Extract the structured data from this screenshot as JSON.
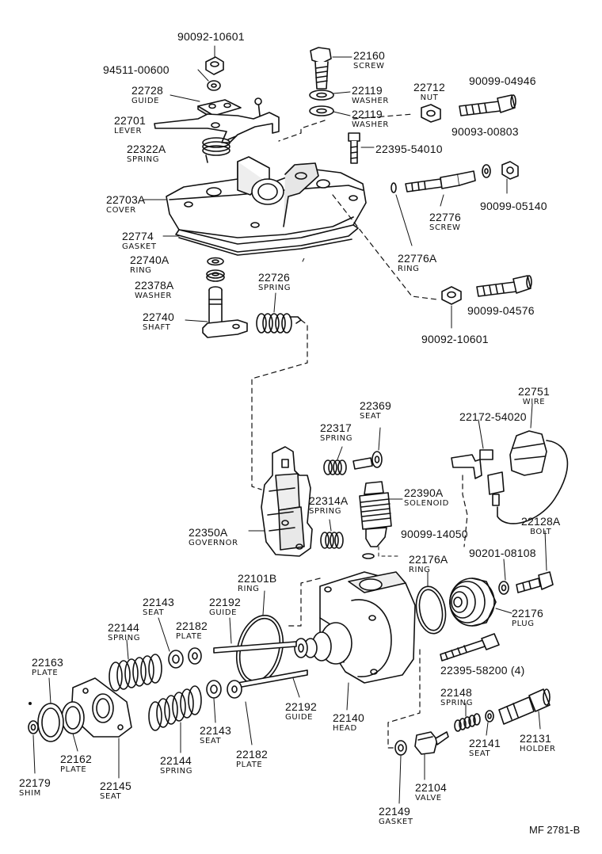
{
  "figure_code": "MF 2781-B",
  "parts": {
    "p90092_top": {
      "number": "90092-10601",
      "name": ""
    },
    "p94511": {
      "number": "94511-00600",
      "name": ""
    },
    "p22160": {
      "number": "22160",
      "name": "SCREW"
    },
    "p22728": {
      "number": "22728",
      "name": "GUIDE"
    },
    "p22119a": {
      "number": "22119",
      "name": "WASHER"
    },
    "p22712": {
      "number": "22712",
      "name": "NUT"
    },
    "p90099_04946": {
      "number": "90099-04946",
      "name": ""
    },
    "p22701": {
      "number": "22701",
      "name": "LEVER"
    },
    "p22119b": {
      "number": "22119",
      "name": "WASHER"
    },
    "p90093": {
      "number": "90093-00803",
      "name": ""
    },
    "p22322A": {
      "number": "22322A",
      "name": "SPRING"
    },
    "p22395_54010": {
      "number": "22395-54010",
      "name": ""
    },
    "p22703A": {
      "number": "22703A",
      "name": "COVER"
    },
    "p22776": {
      "number": "22776",
      "name": "SCREW"
    },
    "p90099_05140": {
      "number": "90099-05140",
      "name": ""
    },
    "p22774": {
      "number": "22774",
      "name": "GASKET"
    },
    "p22740A": {
      "number": "22740A",
      "name": "RING"
    },
    "p22776A": {
      "number": "22776A",
      "name": "RING"
    },
    "p22378A": {
      "number": "22378A",
      "name": "WASHER"
    },
    "p22726": {
      "number": "22726",
      "name": "SPRING"
    },
    "p22740": {
      "number": "22740",
      "name": "SHAFT"
    },
    "p90099_04576": {
      "number": "90099-04576",
      "name": ""
    },
    "p90092_bottom": {
      "number": "90092-10601",
      "name": ""
    },
    "p22369": {
      "number": "22369",
      "name": "SEAT"
    },
    "p22751": {
      "number": "22751",
      "name": "WIRE"
    },
    "p22317": {
      "number": "22317",
      "name": "SPRING"
    },
    "p22172": {
      "number": "22172-54020",
      "name": ""
    },
    "p22390A": {
      "number": "22390A",
      "name": "SOLENOID"
    },
    "p22314A": {
      "number": "22314A",
      "name": "SPRING"
    },
    "p22128A": {
      "number": "22128A",
      "name": "BOLT"
    },
    "p22350A": {
      "number": "22350A",
      "name": "GOVERNOR"
    },
    "p90099_14050": {
      "number": "90099-14050",
      "name": ""
    },
    "p90201": {
      "number": "90201-08108",
      "name": ""
    },
    "p22101B": {
      "number": "22101B",
      "name": "RING"
    },
    "p22176A": {
      "number": "22176A",
      "name": "RING"
    },
    "p22143a": {
      "number": "22143",
      "name": "SEAT"
    },
    "p22192a": {
      "number": "22192",
      "name": "GUIDE"
    },
    "p22182a": {
      "number": "22182",
      "name": "PLATE"
    },
    "p22176": {
      "number": "22176",
      "name": "PLUG"
    },
    "p22144a": {
      "number": "22144",
      "name": "SPRING"
    },
    "p22395_58200": {
      "number": "22395-58200 (4)",
      "name": ""
    },
    "p22163": {
      "number": "22163",
      "name": "PLATE"
    },
    "p22148": {
      "number": "22148",
      "name": "SPRING"
    },
    "p22192b": {
      "number": "22192",
      "name": "GUIDE"
    },
    "p22140": {
      "number": "22140",
      "name": "HEAD"
    },
    "p22143b": {
      "number": "22143",
      "name": "SEAT"
    },
    "p22131": {
      "number": "22131",
      "name": "HOLDER"
    },
    "p22162": {
      "number": "22162",
      "name": "PLATE"
    },
    "p22144b": {
      "number": "22144",
      "name": "SPRING"
    },
    "p22182b": {
      "number": "22182",
      "name": "PLATE"
    },
    "p22141": {
      "number": "22141",
      "name": "SEAT"
    },
    "p22104": {
      "number": "22104",
      "name": "VALVE"
    },
    "p22179": {
      "number": "22179",
      "name": "SHIM"
    },
    "p22145": {
      "number": "22145",
      "name": "SEAT"
    },
    "p22149": {
      "number": "22149",
      "name": "GASKET"
    }
  }
}
